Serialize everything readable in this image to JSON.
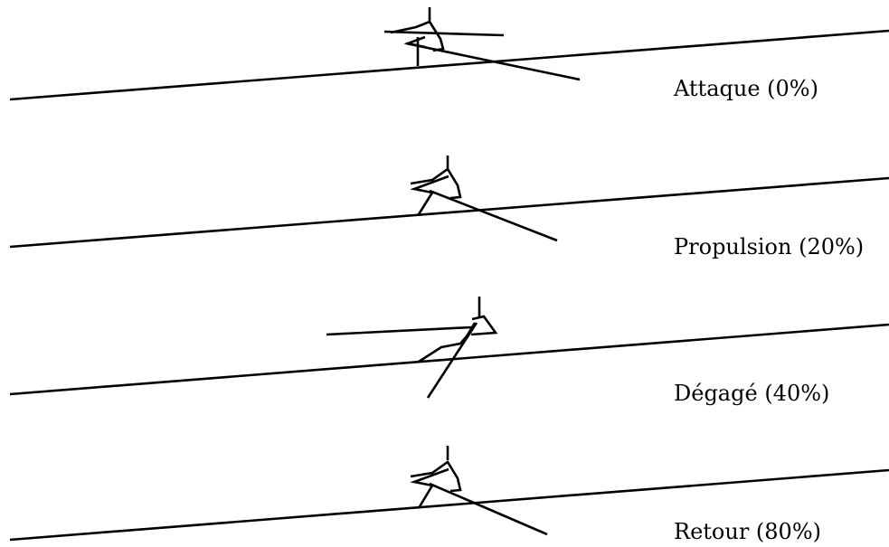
{
  "figure": {
    "phases": [
      {
        "id": "attaque",
        "label": "Attaque (0%)"
      },
      {
        "id": "propulsion",
        "label": "Propulsion (20%)"
      },
      {
        "id": "degage",
        "label": "Dégagé (40%)"
      },
      {
        "id": "retour",
        "label": "Retour (80%)"
      }
    ]
  }
}
